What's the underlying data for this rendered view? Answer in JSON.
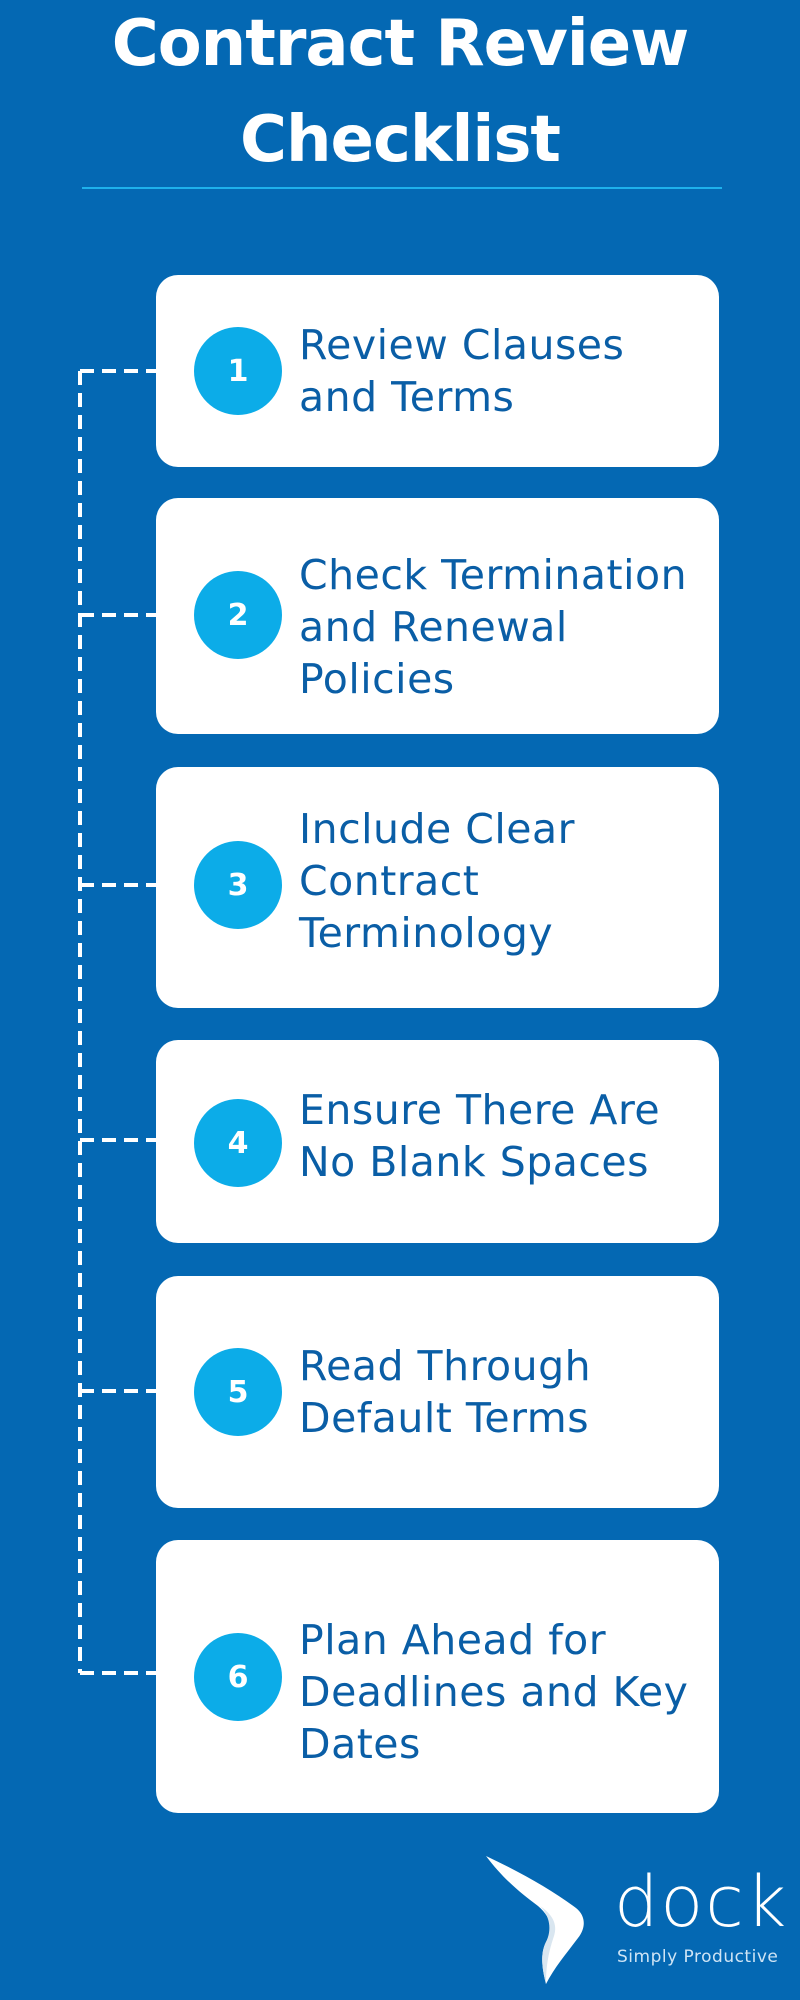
{
  "header": {
    "title_line1": "Contract Review",
    "title_line2": "Checklist"
  },
  "steps": [
    {
      "number": "1",
      "text": "Review Clauses and Terms"
    },
    {
      "number": "2",
      "text": "Check Termination and Renewal Policies"
    },
    {
      "number": "3",
      "text": "Include Clear Contract Terminology"
    },
    {
      "number": "4",
      "text": "Ensure There Are No Blank Spaces"
    },
    {
      "number": "5",
      "text": "Read Through Default Terms"
    },
    {
      "number": "6",
      "text": "Plan Ahead for Deadlines and Key Dates"
    }
  ],
  "brand": {
    "name": "dock",
    "tagline": "Simply Productive"
  },
  "colors": {
    "background": "#0468b3",
    "accent": "#0cace8",
    "card": "#ffffff",
    "card_text": "#0a5ea6"
  }
}
